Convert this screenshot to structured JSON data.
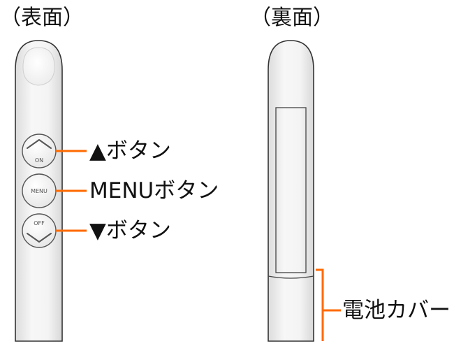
{
  "front": {
    "title": "（表面）",
    "buttons": [
      {
        "key": "up",
        "face_label": "ON",
        "callout": "▲ボタン"
      },
      {
        "key": "menu",
        "face_label": "MENU",
        "callout": "MENUボタン"
      },
      {
        "key": "down",
        "face_label": "OFF",
        "callout": "▼ボタン"
      }
    ]
  },
  "back": {
    "title": "（裏面）",
    "battery_cover_label": "電池カバー"
  },
  "colors": {
    "leader_line": "#ff6a00",
    "device_outline": "#333333",
    "device_fill": "#f2f2f2"
  }
}
